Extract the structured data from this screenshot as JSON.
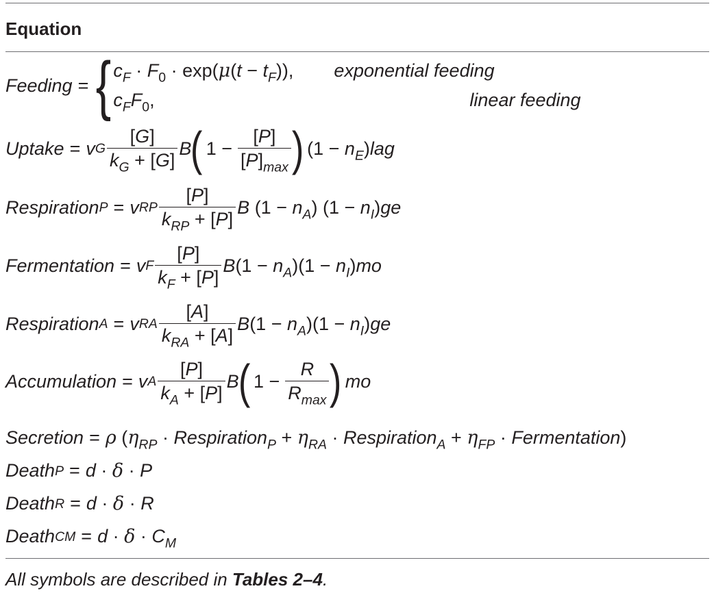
{
  "table": {
    "header": "Equation",
    "footnote_prefix": "All symbols are described in ",
    "footnote_ref": "Tables 2–4",
    "footnote_suffix": "."
  },
  "equations": {
    "feeding": {
      "lhs": "Feeding",
      "case1_expr": "c_F · F_0 · exp(μ(t − t_F)),",
      "case1_label": "exponential feeding",
      "case2_expr": "c_F F_0,",
      "case2_label": "linear feeding"
    },
    "uptake": {
      "lhs": "Uptake"
    },
    "respiration_p": {
      "lhs": "Respiration",
      "sub": "P"
    },
    "fermentation": {
      "lhs": "Fermentation"
    },
    "respiration_a": {
      "lhs": "Respiration",
      "sub": "A"
    },
    "accumulation": {
      "lhs": "Accumulation"
    },
    "secretion": {
      "lhs": "Secretion"
    },
    "death_p": {
      "lhs": "Death",
      "sub": "P"
    },
    "death_r": {
      "lhs": "Death",
      "sub": "R"
    },
    "death_cm": {
      "lhs": "Death",
      "sub": "CM"
    }
  }
}
